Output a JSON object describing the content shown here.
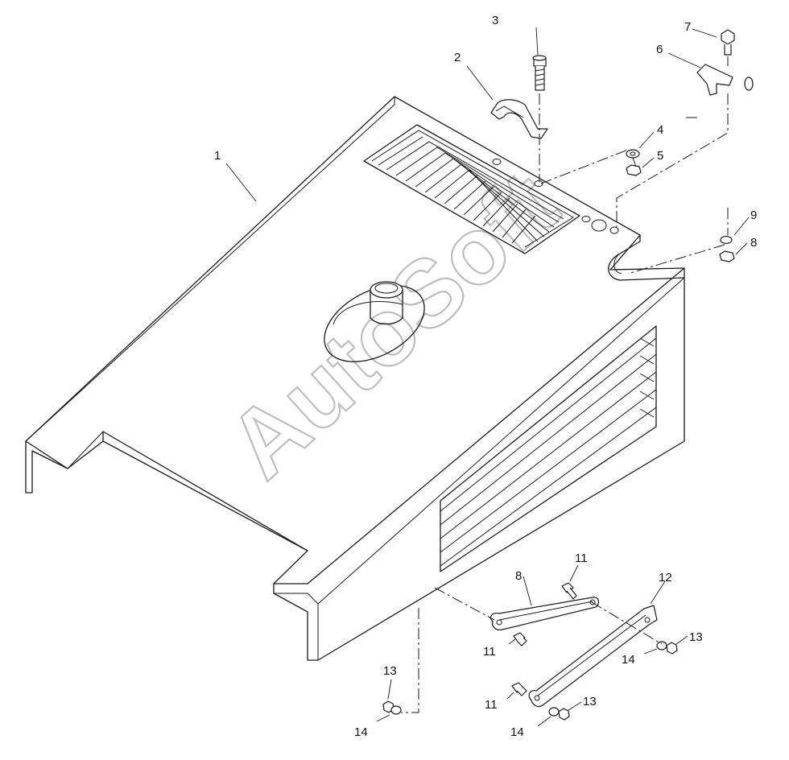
{
  "watermark": "AutoSoft",
  "colors": {
    "line": "#1a1a1a",
    "watermark": "#bdbdbd",
    "background": "#ffffff"
  },
  "callouts": {
    "c1": "1",
    "c2": "2",
    "c3": "3",
    "c4": "4",
    "c5": "5",
    "c6": "6",
    "c7": "7",
    "c8a": "8",
    "c9": "9",
    "c8b": "8",
    "c11a": "11",
    "c12": "12",
    "c11b": "11",
    "c13a": "13",
    "c14a": "14",
    "c11c": "11",
    "c13b": "13",
    "c14b": "14",
    "c13c": "13",
    "c14c": "14"
  }
}
